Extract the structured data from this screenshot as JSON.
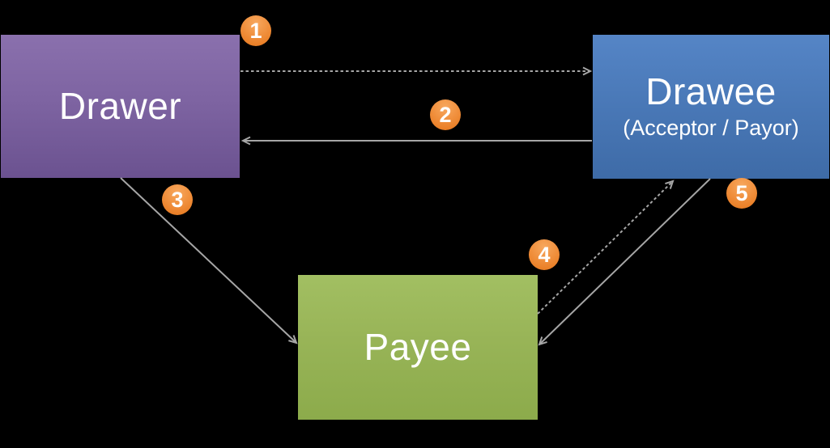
{
  "canvas": {
    "background": "#000000"
  },
  "nodes": {
    "drawer": {
      "label": "Drawer",
      "fill_top": "#8a70ad",
      "fill_bottom": "#6b5290",
      "text_color": "#ffffff"
    },
    "drawee": {
      "label": "Drawee",
      "sublabel": "(Acceptor / Payor)",
      "fill_top": "#5585c6",
      "fill_bottom": "#3e6ba7",
      "text_color": "#ffffff"
    },
    "payee": {
      "label": "Payee",
      "fill_top": "#a2bf62",
      "fill_bottom": "#8cab4b",
      "text_color": "#ffffff"
    }
  },
  "badges": [
    {
      "label": "1"
    },
    {
      "label": "2"
    },
    {
      "label": "3"
    },
    {
      "label": "4"
    },
    {
      "label": "5"
    }
  ],
  "badge_color": "#ee8634",
  "connector_color": "#a6a6a6",
  "connections": [
    {
      "step": "1",
      "from": "drawer",
      "to": "drawee",
      "line": "dashed"
    },
    {
      "step": "2",
      "from": "drawee",
      "to": "drawer",
      "line": "solid"
    },
    {
      "step": "3",
      "from": "drawer",
      "to": "payee",
      "line": "solid"
    },
    {
      "step": "4",
      "from": "payee",
      "to": "drawee",
      "line": "dashed"
    },
    {
      "step": "5",
      "from": "drawee",
      "to": "payee",
      "line": "solid"
    }
  ]
}
